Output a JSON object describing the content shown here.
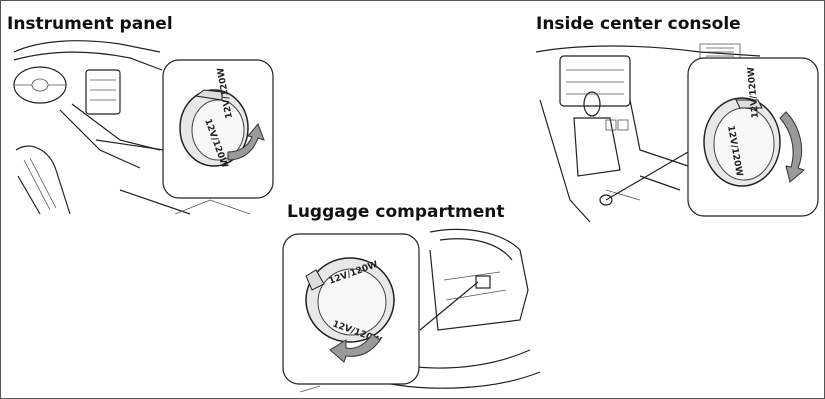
{
  "sections": {
    "instrument_panel": {
      "title": "Instrument panel",
      "cap_text": "12V/120W"
    },
    "center_console": {
      "title": "Inside center console",
      "cap_text": "12V/120W"
    },
    "luggage": {
      "title": "Luggage compartment",
      "cap_text": "12V/120W"
    }
  }
}
